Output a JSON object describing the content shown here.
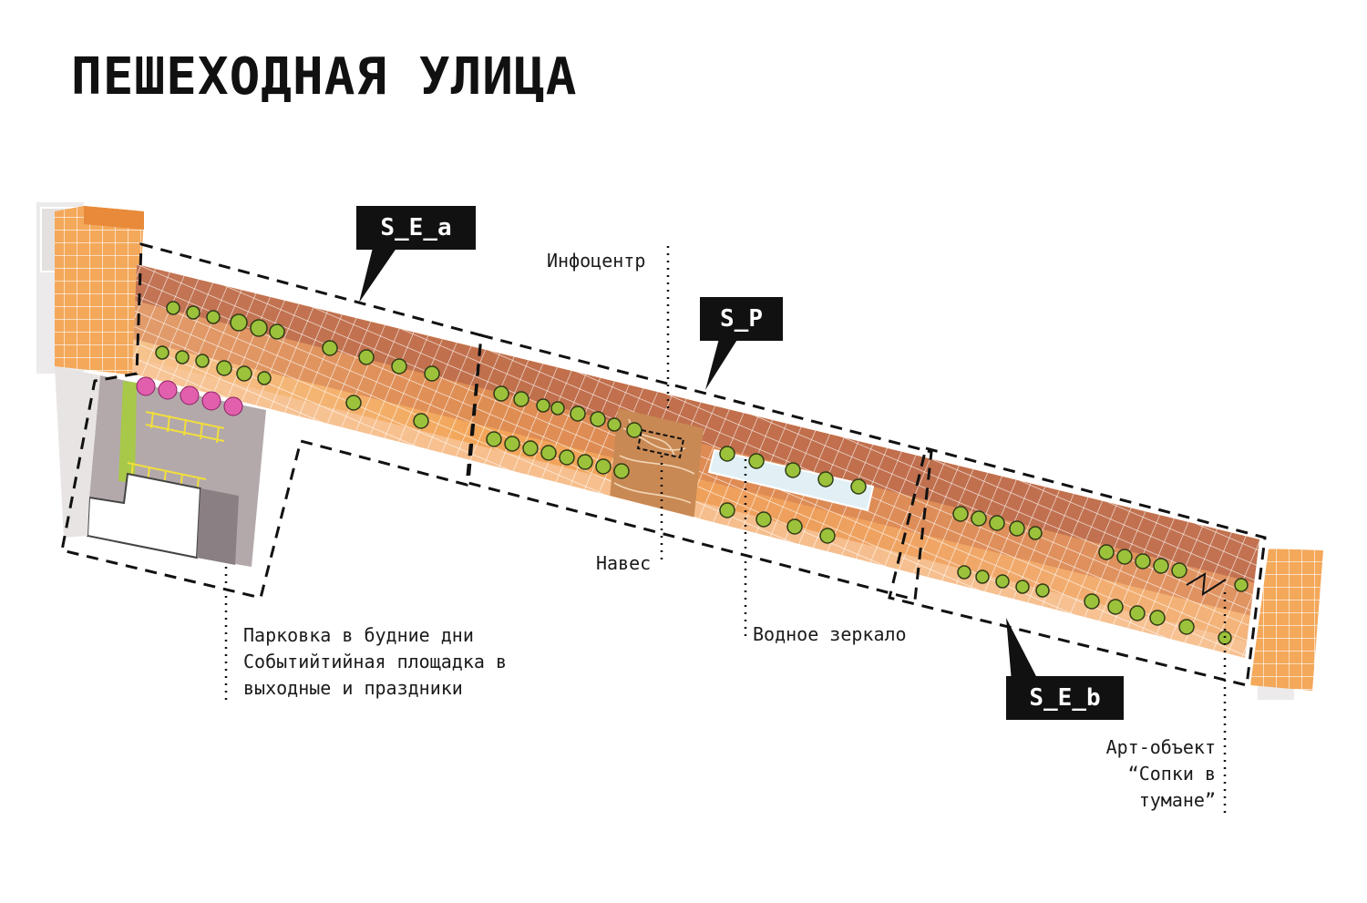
{
  "title": "ПЕШЕХОДНАЯ УЛИЦА",
  "section_tags": {
    "s_e_a": "S_E_a",
    "s_p": "S_P",
    "s_e_b": "S_E_b"
  },
  "annotations": {
    "infocenter": "Инфоцентр",
    "canopy": "Навес",
    "water_mirror": "Водное зеркало",
    "parking": [
      "Парковка в будние дни",
      "Событийтийная площадка в",
      "выходные и праздники"
    ],
    "art_object": [
      "Арт-объект",
      "“Сопки в",
      "тумане”"
    ]
  },
  "colors": {
    "paving_orange": "#f2a65a",
    "paving_light": "#f6c48f",
    "paving_dark": "#b8664a",
    "building_band": "#a8686a",
    "grid_line": "#ffffff",
    "parking_gray": "#b3a9ab",
    "parking_mark": "#f2de3c",
    "tree_green": "#9cc23b",
    "tree_outline": "#2f3a15",
    "flower_pink": "#e25fae",
    "water": "#e2f0f6",
    "canopy_wood": "#c98954",
    "tag_black": "#111111",
    "dash": "#111111"
  }
}
